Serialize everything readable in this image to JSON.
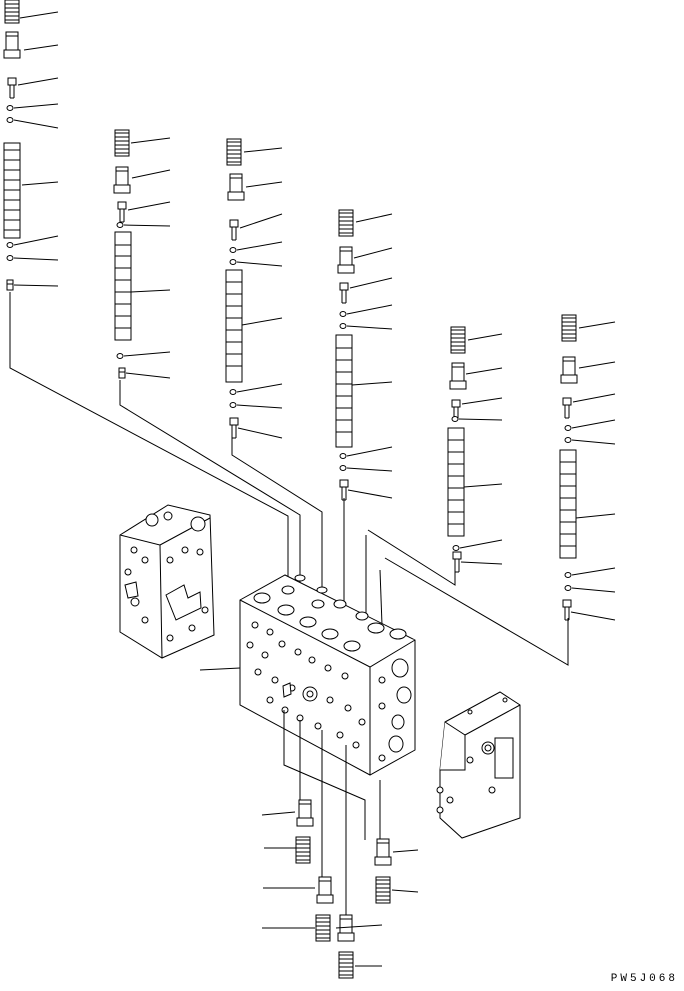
{
  "drawing_code": "PW5J068",
  "colors": {
    "line": "#000000",
    "paper": "#ffffff"
  },
  "parts": {
    "spring": "coil-spring",
    "retainer": "spring-retainer",
    "pin": "pin",
    "ring": "o-ring",
    "spool": "valve-spool",
    "plug": "plug",
    "main_valve": "main-valve-body",
    "end_cover_left": "end-cover",
    "end_cover_right": "end-cover"
  }
}
